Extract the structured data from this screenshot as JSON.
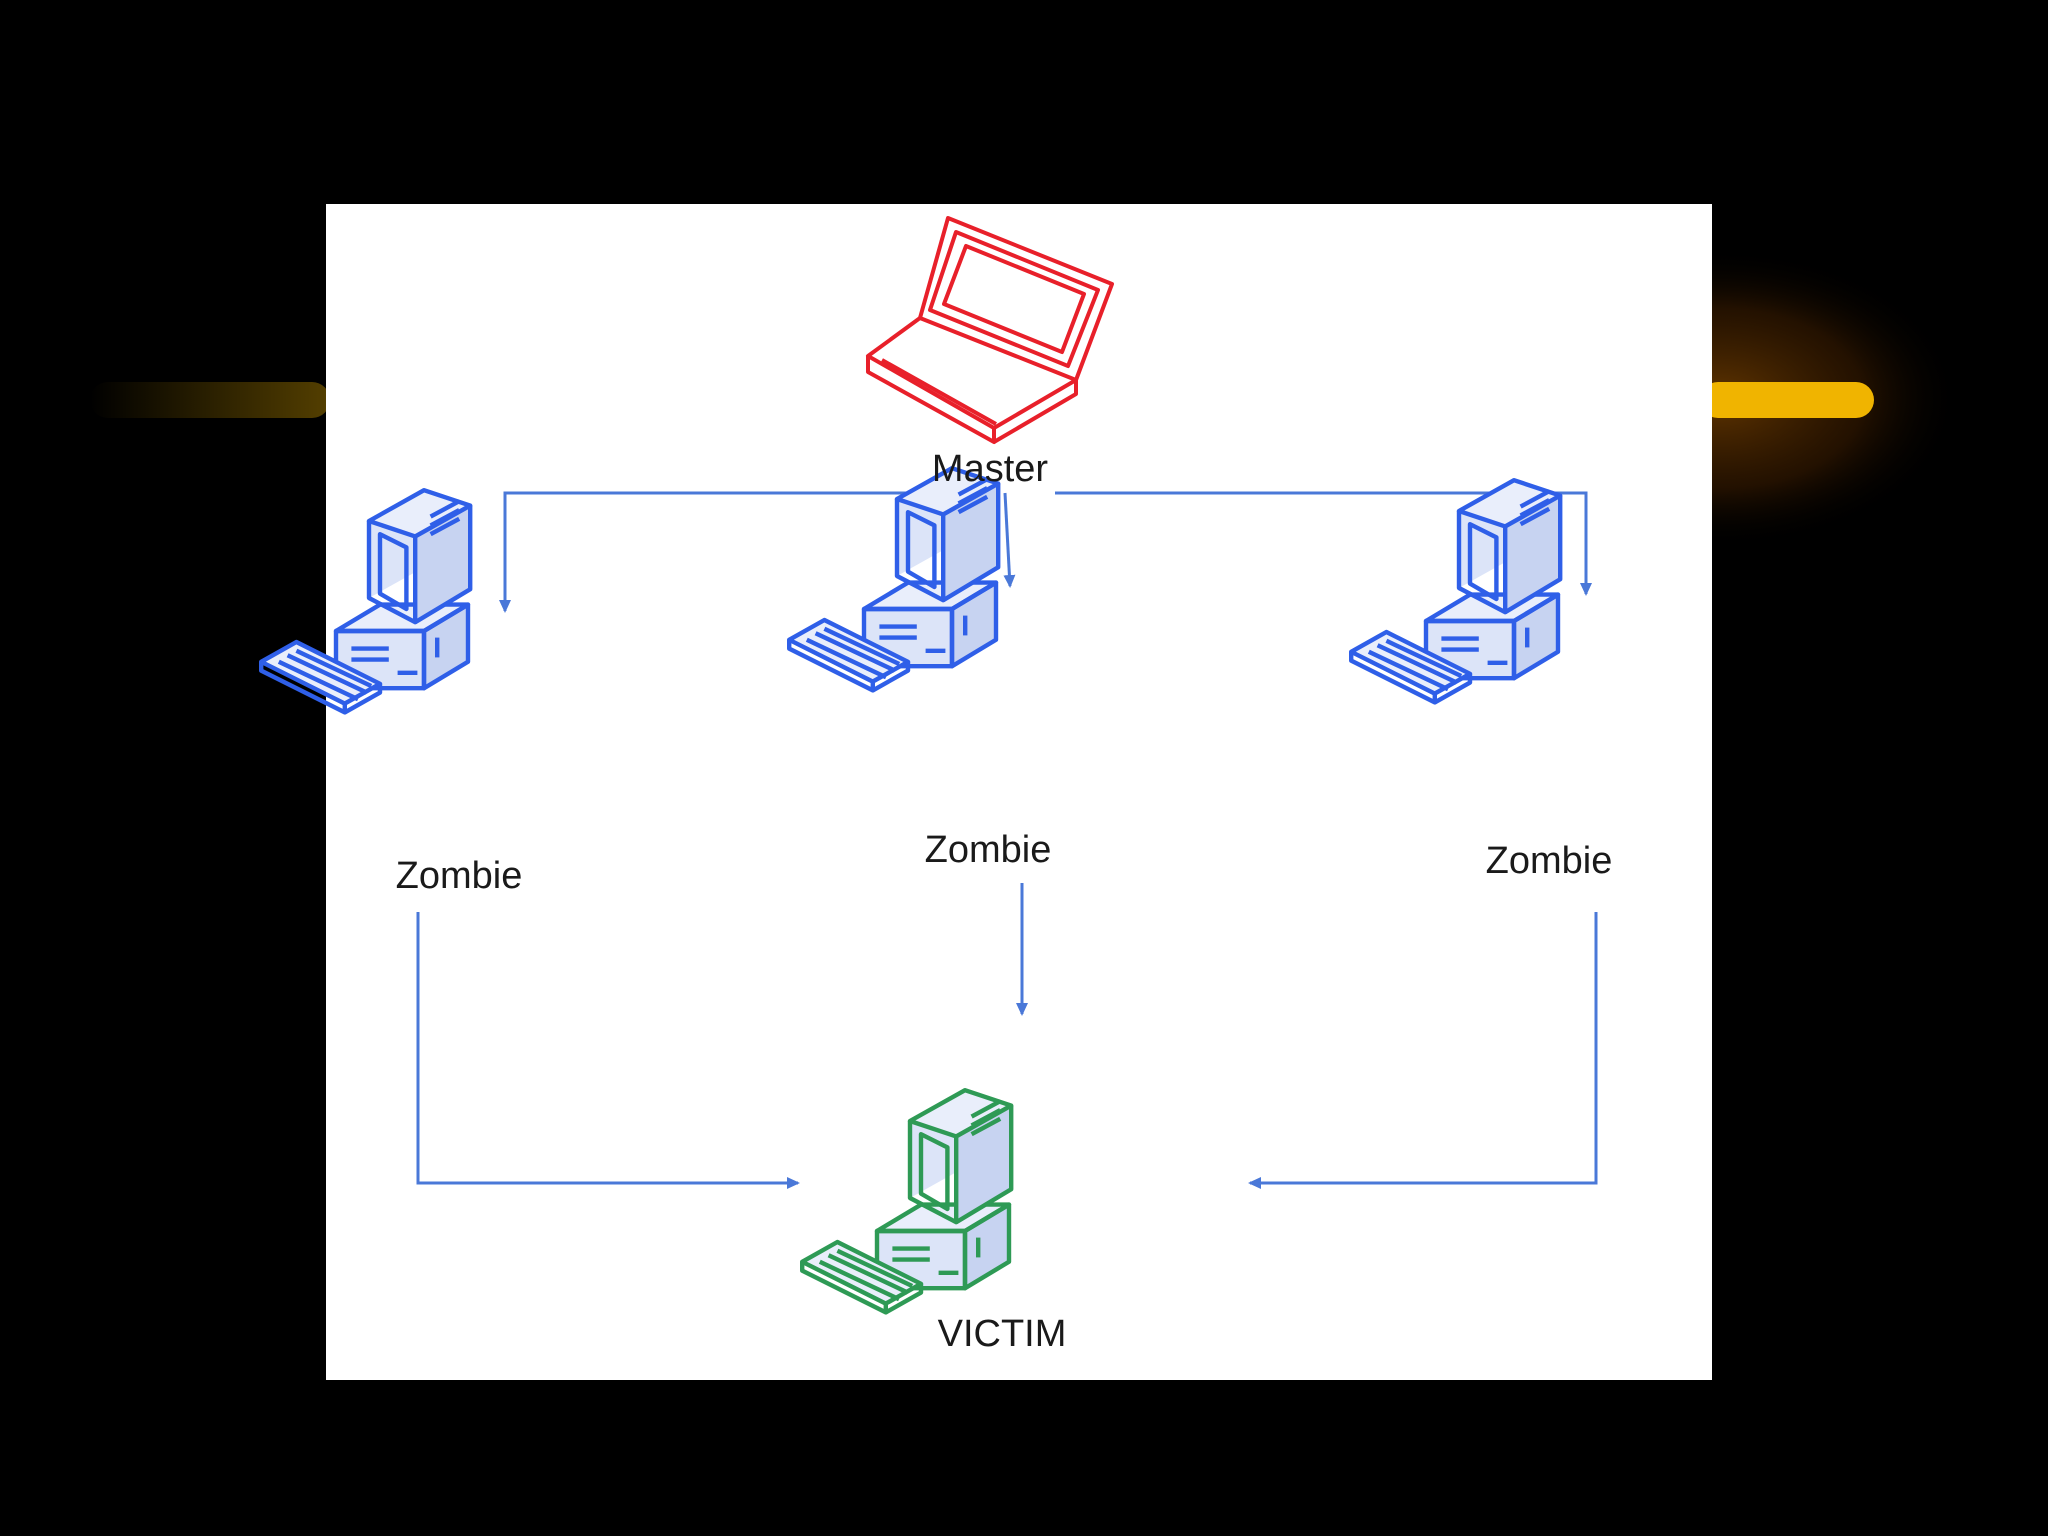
{
  "diagram": {
    "nodes": [
      {
        "id": "master",
        "label": "Master",
        "icon": "laptop-icon",
        "color": "#e8202a"
      },
      {
        "id": "zombie-left",
        "label": "Zombie",
        "icon": "desktop-computer-icon",
        "color": "#2f5fe8"
      },
      {
        "id": "zombie-center",
        "label": "Zombie",
        "icon": "desktop-computer-icon",
        "color": "#2f5fe8"
      },
      {
        "id": "zombie-right",
        "label": "Zombie",
        "icon": "desktop-computer-icon",
        "color": "#2f5fe8"
      },
      {
        "id": "victim",
        "label": "VICTIM",
        "icon": "desktop-computer-icon",
        "color": "#2e9a55"
      }
    ],
    "edges": [
      {
        "from": "master",
        "to": "zombie-left"
      },
      {
        "from": "master",
        "to": "zombie-center"
      },
      {
        "from": "master",
        "to": "zombie-right"
      },
      {
        "from": "zombie-left",
        "to": "victim"
      },
      {
        "from": "zombie-center",
        "to": "victim"
      },
      {
        "from": "zombie-right",
        "to": "victim"
      }
    ],
    "colors": {
      "background": "#000000",
      "panel": "#ffffff",
      "connector": "#4a78d8",
      "accent_bar": "#f0b400"
    }
  }
}
